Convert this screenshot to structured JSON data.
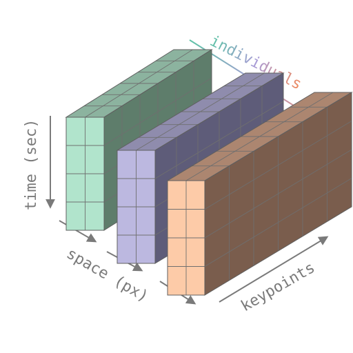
{
  "labels": {
    "time": "time (sec)",
    "space": "space (px)",
    "keypoints": "keypoints",
    "individuals": "individuals"
  },
  "individuals_gradient": [
    "#5ec3a6",
    "#a89bd6",
    "#f08a5d"
  ],
  "axis_color": "#7a7a7a",
  "blocks": [
    {
      "name": "individual-block-green",
      "front": "#b1e4cc",
      "top": "#8cb39f",
      "side": "#5e7d6b"
    },
    {
      "name": "individual-block-purple",
      "front": "#bcb8e0",
      "top": "#8f8cad",
      "side": "#5e5c79"
    },
    {
      "name": "individual-block-orange",
      "front": "#fdcba8",
      "top": "#ac8670",
      "side": "#7a5d4d"
    }
  ]
}
